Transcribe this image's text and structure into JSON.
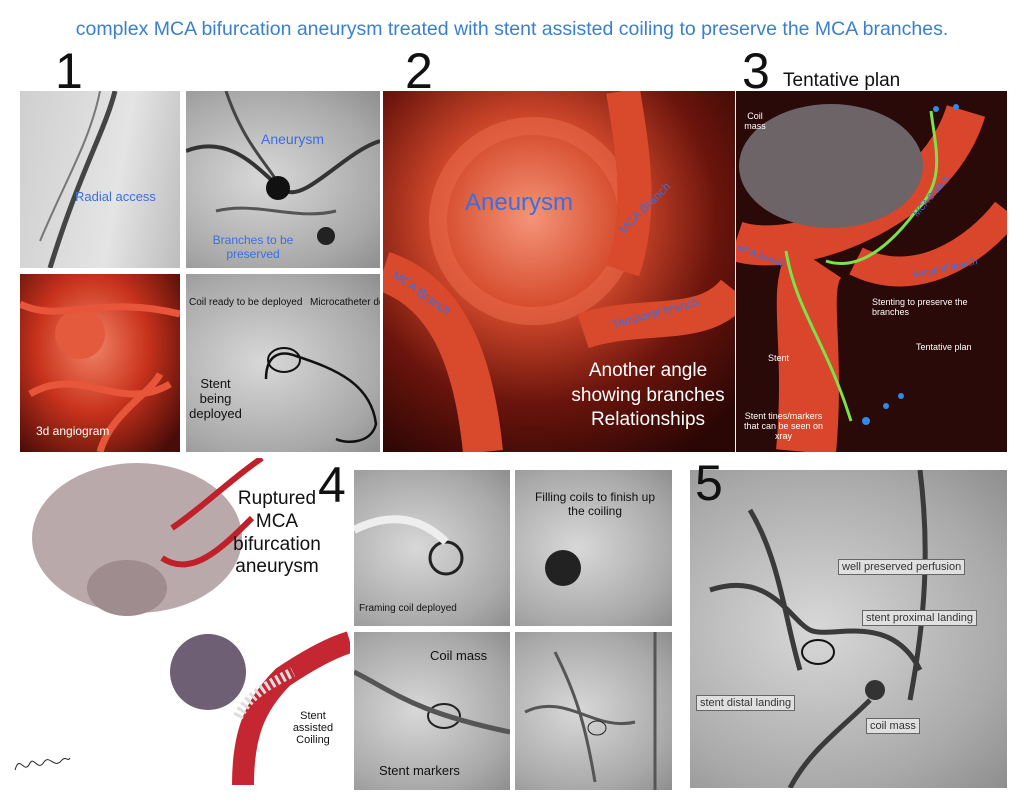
{
  "title": "complex MCA bifurcation aneurysm treated with stent assisted coiling to preserve the MCA branches.",
  "panel1": {
    "number": "1",
    "radial_access": "Radial access",
    "aneurysm": "Aneurysm",
    "branches": "Branches to be preserved",
    "angiogram_3d": "3d angiogram",
    "coil_ready": "Coil ready to be deployed",
    "microcatheter": "Microcatheter deploying the ste",
    "stent_being_deployed": "Stent being deployed"
  },
  "panel2": {
    "number": "2",
    "aneurysm": "Aneurysm",
    "mca_branch_right": "MCA Branch",
    "mca_branch_left": "MCA Branch",
    "temporal_branch": "Temporal branch",
    "caption": "Another angle showing branches Relationships"
  },
  "panel3": {
    "number": "3",
    "heading": "Tentative plan",
    "coil_mass": "Coil mass",
    "mca_branch_right": "MCA Branch",
    "mca_branch_left": "MCA Branch",
    "temporal_branch": "Temporal branch",
    "stenting": "Stenting to preserve the branches",
    "stent": "Stent",
    "tentative_plan": "Tentative plan",
    "markers": "Stent tines/markers that can be seen on xray"
  },
  "illustration": {
    "ruptured": "Ruptured MCA bifurcation aneurysm",
    "stent_assisted": "Stent assisted Coiling"
  },
  "panel4": {
    "number": "4",
    "framing_coil": "Framing coil deployed",
    "filling_coils": "Filling coils to finish up the coiling",
    "coil_mass": "Coil mass",
    "stent_markers": "Stent markers"
  },
  "panel5": {
    "number": "5",
    "perfusion": "well preserved perfusion",
    "proximal": "stent proximal landing",
    "distal": "stent distal landing",
    "coil_mass": "coil mass"
  },
  "signature": "signature",
  "colors": {
    "title": "#3a7fd0",
    "annotation_blue": "#3a6fe0",
    "stent_outline": "#7ee04a",
    "marker": "#2f8be8"
  }
}
